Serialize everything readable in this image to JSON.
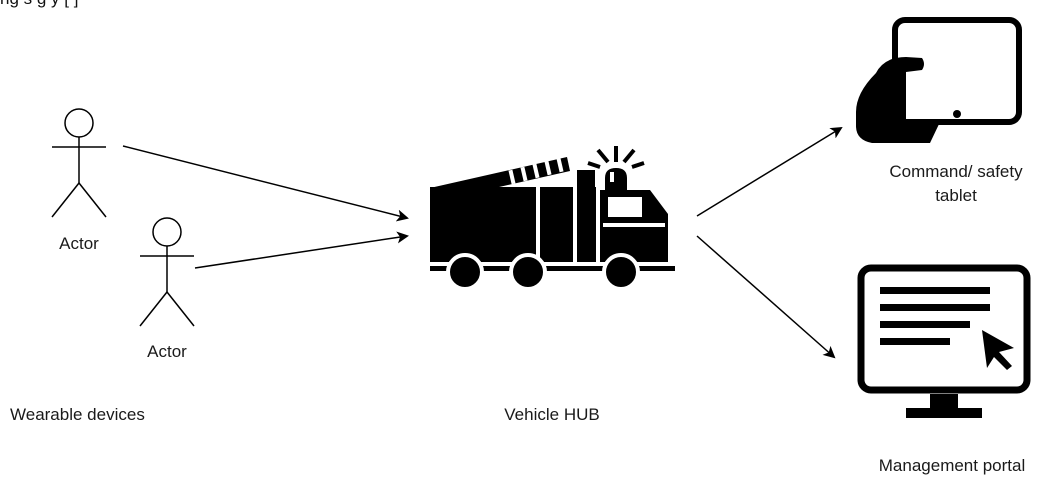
{
  "top_fragment": "ng   s    g  y        [ ]",
  "actors": [
    {
      "label": "Actor"
    },
    {
      "label": "Actor"
    }
  ],
  "groups": {
    "wearable": "Wearable devices",
    "hub": "Vehicle HUB",
    "tablet_line1": "Command/ safety",
    "tablet_line2": "tablet",
    "portal": "Management portal"
  },
  "colors": {
    "stroke": "#000000",
    "text": "#1a1a1a",
    "background": "#ffffff"
  },
  "icons": [
    "person-icon",
    "fire-truck-icon",
    "tablet-hand-icon",
    "monitor-cursor-icon"
  ]
}
